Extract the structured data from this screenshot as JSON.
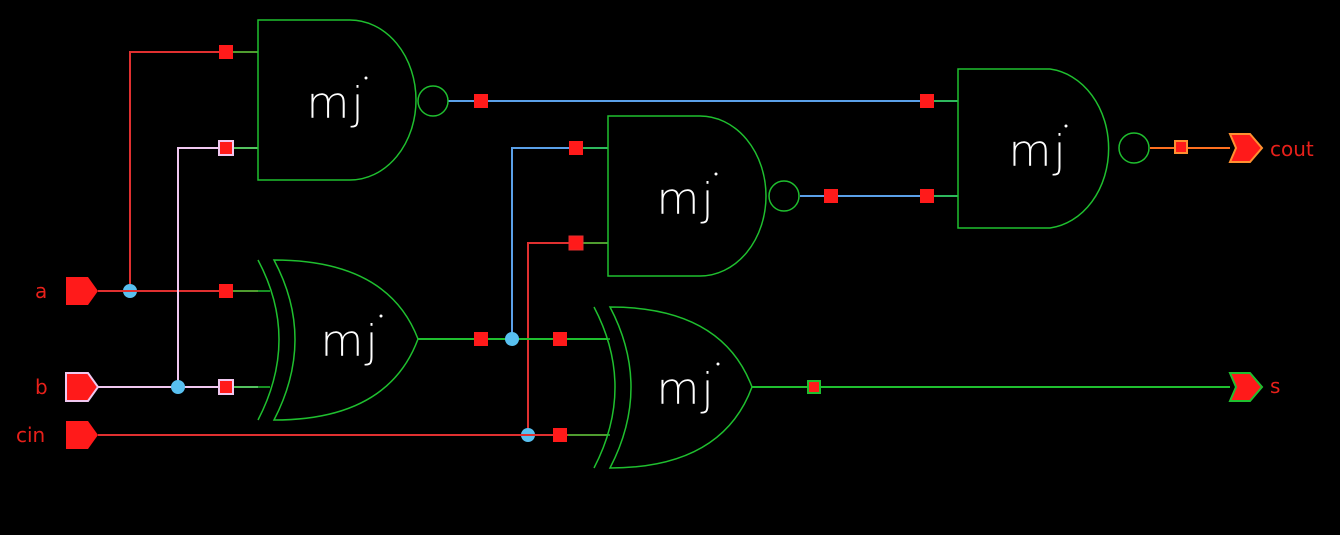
{
  "pins": {
    "a": "a",
    "b": "b",
    "cin": "cin",
    "cout": "cout",
    "s": "s"
  },
  "gates": {
    "nand1": "mj",
    "nand2": "mj",
    "nand3": "mj",
    "xor1": "mj",
    "xor2": "mj"
  },
  "colors": {
    "background": "#000000",
    "gate_outline": "#1fbf2f",
    "pin_fill": "#ff1a1a",
    "wire_a": "#e03030",
    "wire_b": "#f0c8f0",
    "wire_blue": "#5aa0e8",
    "wire_cout": "#ff7020",
    "wire_s": "#1fbf2f",
    "junction": "#58c0f0"
  }
}
